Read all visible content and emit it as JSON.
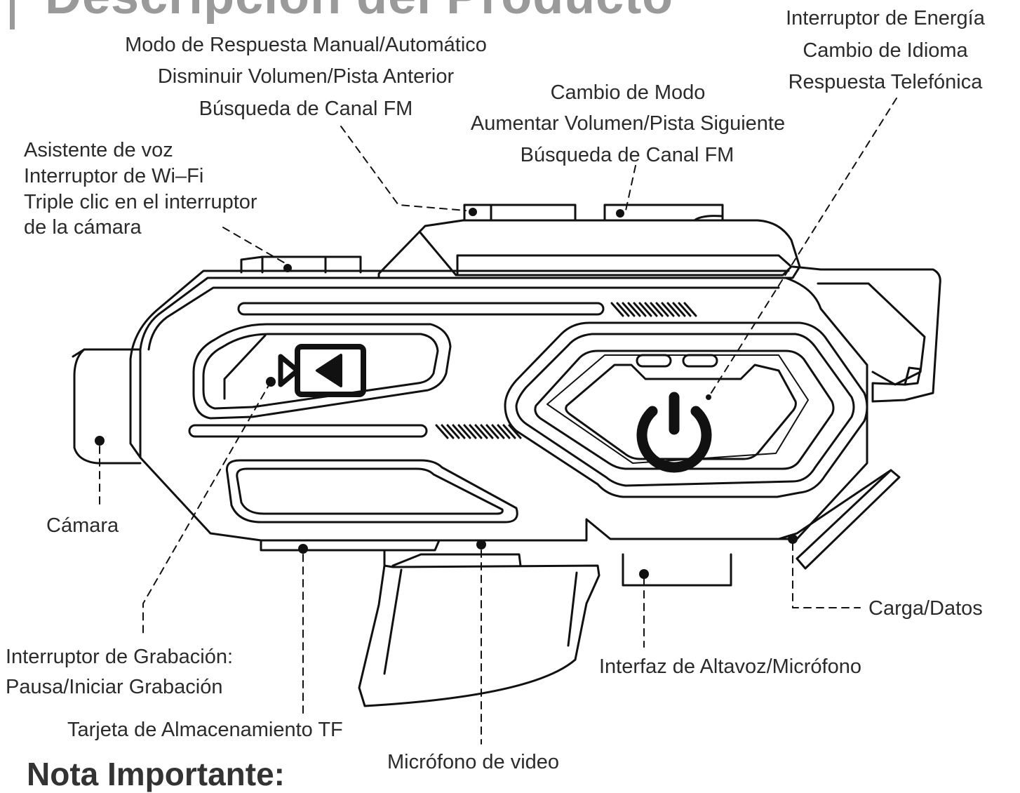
{
  "title": "Descripción del Producto",
  "note_heading": "Nota Importante:",
  "labels": {
    "manual_auto": [
      "Modo de Respuesta Manual/Automático",
      "Disminuir Volumen/Pista Anterior",
      "Búsqueda de Canal FM"
    ],
    "mode": [
      "Cambio de Modo",
      "Aumentar Volumen/Pista Siguiente",
      "Búsqueda de Canal FM"
    ],
    "power": [
      "Interruptor de Energía",
      "Cambio de Idioma",
      "Respuesta Telefónica"
    ],
    "voice": [
      "Asistente de voz",
      "Interruptor de Wi–Fi",
      "Triple clic en el interruptor",
      "de la cámara"
    ],
    "camera": "Cámara",
    "record": [
      "Interruptor de Grabación:",
      "Pausa/Iniciar Grabación"
    ],
    "tf_card": "Tarjeta de Almacenamiento TF",
    "video_mic": "Micrófono de video",
    "speaker_mic": "Interfaz de Altavoz/Micrófono",
    "charge": "Carga/Datos"
  },
  "colors": {
    "line": "#111111",
    "title": "#9a9a9a",
    "text": "#2b2b2b"
  }
}
